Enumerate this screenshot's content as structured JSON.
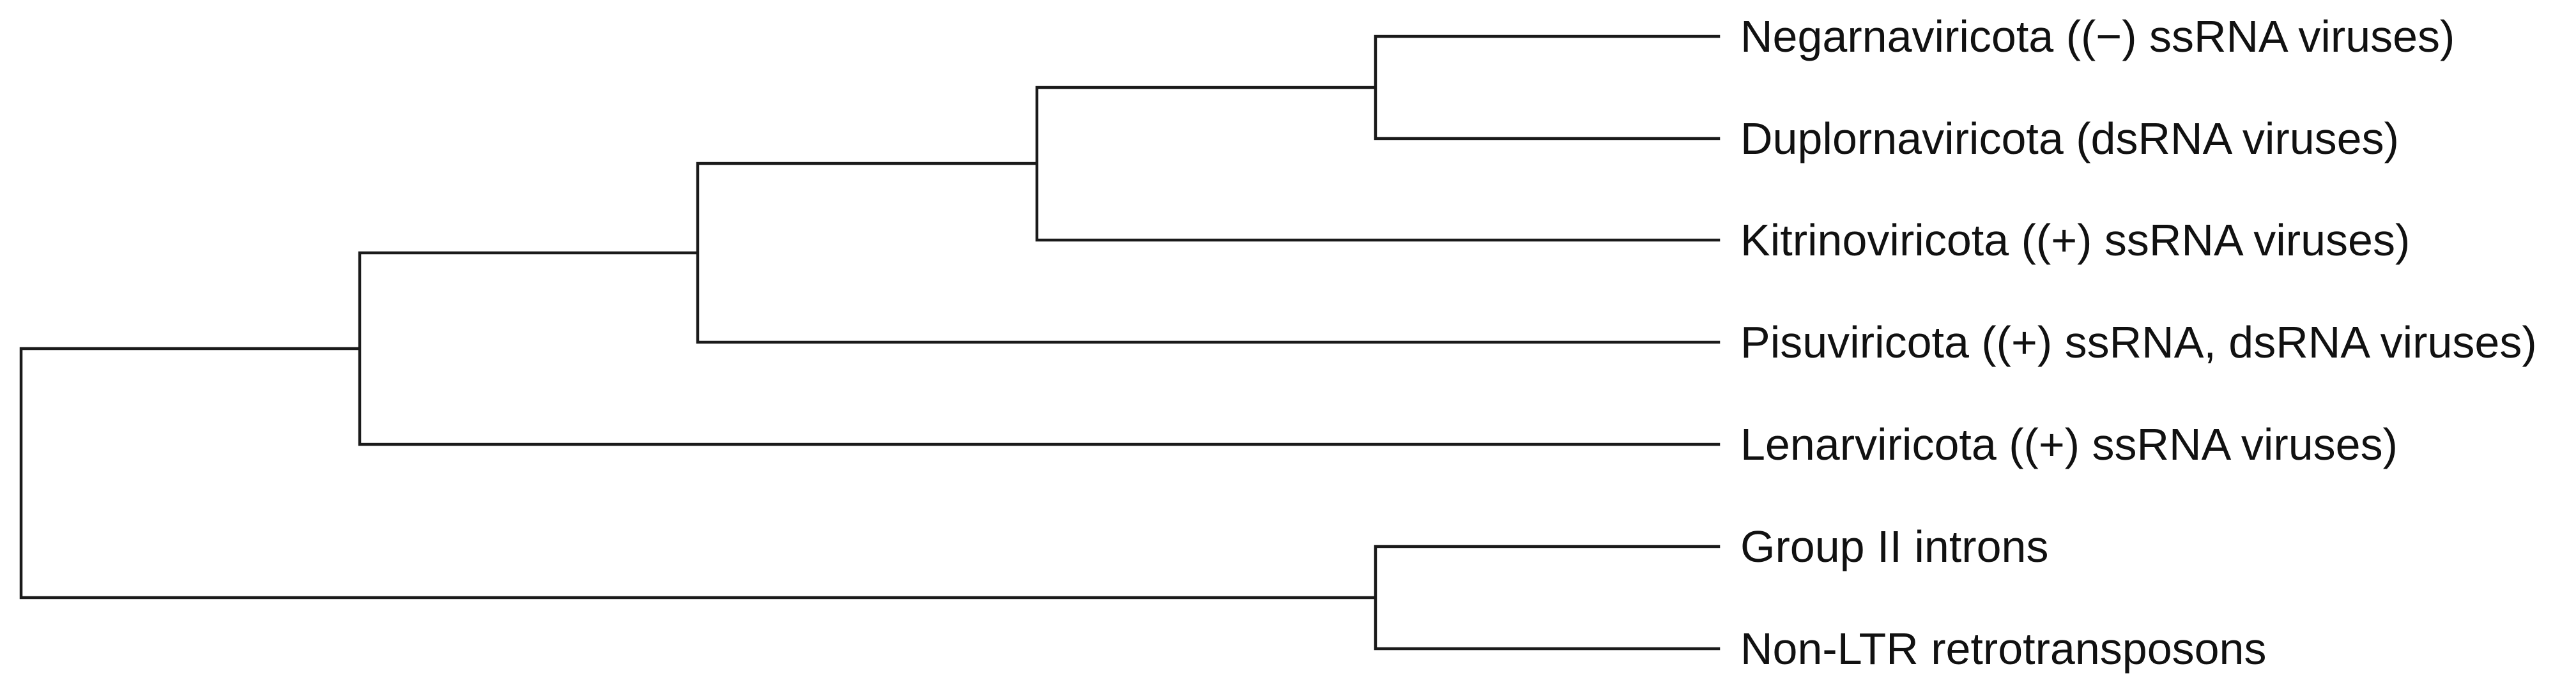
{
  "figure": {
    "type": "phylogenetic-tree",
    "description": "Cladogram showing evolutionary relationships of RNA virus phyla, group II introns and non-LTR retrotransposons",
    "leaves": [
      {
        "id": "negarnaviricota",
        "label": "Negarnaviricota ((−) ssRNA viruses)"
      },
      {
        "id": "duplornaviricota",
        "label": "Duplornaviricota (dsRNA viruses)"
      },
      {
        "id": "kitrinoviricota",
        "label": "Kitrinoviricota ((+) ssRNA viruses)"
      },
      {
        "id": "pisuviricota",
        "label": "Pisuviricota ((+) ssRNA, dsRNA viruses)"
      },
      {
        "id": "lenarviricota",
        "label": "Lenarviricota ((+) ssRNA viruses)"
      },
      {
        "id": "group-ii-introns",
        "label": "Group II introns"
      },
      {
        "id": "non-ltr-retrotransposons",
        "label": "Non-LTR retrotransposons"
      }
    ],
    "topology_newick": "(((((Negarnaviricota,Duplornaviricota),Kitrinoviricota),Pisuviricota),Lenarviricota),(Group_II_introns,Non-LTR_retrotransposons));",
    "colors": {
      "line": "#1a1a1a",
      "text": "#111111",
      "background": "#ffffff"
    }
  }
}
